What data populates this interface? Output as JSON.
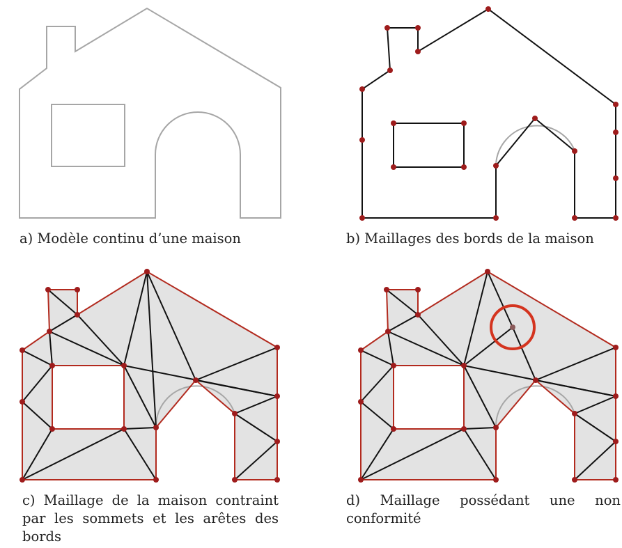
{
  "panels": [
    {
      "id": "a",
      "caption": "a) Modèle continu d’une maison"
    },
    {
      "id": "b",
      "caption": "b) Maillages des bords de la maison"
    },
    {
      "id": "c",
      "caption": "c) Maillage de la maison contraint par les sommets et les arêtes des bords"
    },
    {
      "id": "d",
      "caption": "d) Maillage possédant une non conformité"
    }
  ],
  "colors": {
    "outline_gray": "#a6a6a6",
    "edge_black": "#111111",
    "boundary_red": "#b22a1e",
    "vertex_red": "#9e1c1c",
    "fill_gray": "#e3e3e3",
    "highlight_circle": "#d4341f"
  }
}
